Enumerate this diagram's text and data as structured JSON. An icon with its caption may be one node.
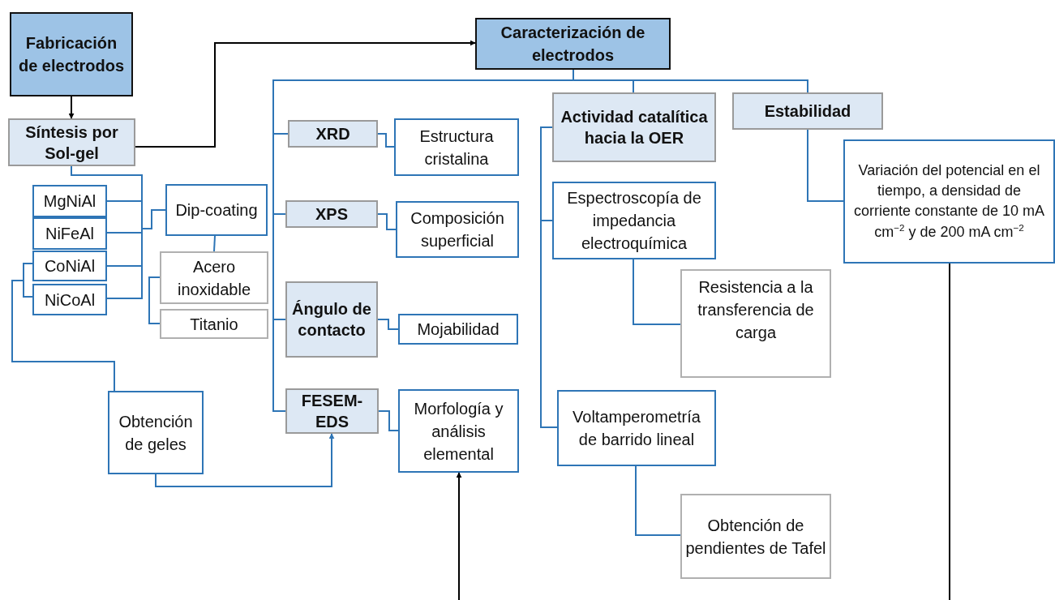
{
  "diagram": {
    "nodes": [
      {
        "text": [
          "Fabricación de electrodos"
        ]
      },
      {
        "text": [
          "Caracterización de electrodos"
        ]
      },
      {
        "text": [
          "Síntesis por Sol-gel"
        ]
      },
      {
        "text": [
          "MgNiAl"
        ]
      },
      {
        "text": [
          "NiFeAl"
        ]
      },
      {
        "text": [
          "CoNiAl"
        ]
      },
      {
        "text": [
          "NiCoAl"
        ]
      },
      {
        "text": [
          "Dip-coating"
        ]
      },
      {
        "text": [
          "Acero inoxidable"
        ]
      },
      {
        "text": [
          "Titanio"
        ]
      },
      {
        "text": [
          "Obtención de geles"
        ]
      },
      {
        "text": [
          "XRD"
        ]
      },
      {
        "text": [
          "Estructura cristalina"
        ]
      },
      {
        "text": [
          "XPS"
        ]
      },
      {
        "text": [
          "Composición superficial"
        ]
      },
      {
        "text": [
          "Ángulo de contacto"
        ]
      },
      {
        "text": [
          "Mojabilidad"
        ]
      },
      {
        "text": [
          "FESEM-EDS"
        ]
      },
      {
        "text": [
          "Morfología y análisis elemental"
        ]
      },
      {
        "text": [
          "Actividad catalítica hacia la OER"
        ]
      },
      {
        "text": [
          "Estabilidad"
        ]
      },
      {
        "text": [
          "Variación del potencial en el tiempo, a densidad de corriente constante de 10 mA cm$^{−2}$ y de 200 mA cm$^{−2}$"
        ]
      },
      {
        "text": [
          "Espectroscopía de impedancia electroquímica"
        ]
      },
      {
        "text": [
          "Resistencia a la transferencia de carga"
        ]
      },
      {
        "text": [
          "Voltamperometría de barrido lineal"
        ]
      },
      {
        "text": [
          "Obtención de pendientes de Tafel"
        ]
      }
    ],
    "edges": [
      {
        "from": 0,
        "to": 2,
        "arrow": "to",
        "color": "#000000"
      },
      {
        "from": 2,
        "to": 1,
        "arrow": "to",
        "color": "#000000"
      },
      {
        "from": 2,
        "to": 3,
        "arrow": "none"
      },
      {
        "from": 2,
        "to": 4,
        "arrow": "none"
      },
      {
        "from": 2,
        "to": 5,
        "arrow": "none"
      },
      {
        "from": 2,
        "to": 6,
        "arrow": "none"
      },
      {
        "from": 2,
        "to": 7,
        "arrow": "none"
      },
      {
        "from": 7,
        "to": 8,
        "arrow": "none"
      },
      {
        "from": 8,
        "to": 9,
        "arrow": "none"
      },
      {
        "from": 5,
        "to": 10,
        "arrow": "none"
      },
      {
        "from": 6,
        "to": 10,
        "arrow": "none"
      },
      {
        "from": 10,
        "to": 17,
        "arrow": "to"
      },
      {
        "from": 1,
        "to": 11,
        "arrow": "none"
      },
      {
        "from": 1,
        "to": 13,
        "arrow": "none"
      },
      {
        "from": 1,
        "to": 15,
        "arrow": "none"
      },
      {
        "from": 1,
        "to": 17,
        "arrow": "none"
      },
      {
        "from": 1,
        "to": 19,
        "arrow": "none"
      },
      {
        "from": 1,
        "to": 20,
        "arrow": "none"
      },
      {
        "from": 11,
        "to": 12,
        "arrow": "none"
      },
      {
        "from": 13,
        "to": 14,
        "arrow": "none"
      },
      {
        "from": 15,
        "to": 16,
        "arrow": "none"
      },
      {
        "from": 17,
        "to": 18,
        "arrow": "none"
      },
      {
        "from": 19,
        "to": 22,
        "arrow": "none"
      },
      {
        "from": 19,
        "to": 24,
        "arrow": "none"
      },
      {
        "from": 22,
        "to": 23,
        "arrow": "none"
      },
      {
        "from": 24,
        "to": 25,
        "arrow": "none"
      },
      {
        "from": 20,
        "to": 21,
        "arrow": "none"
      },
      {
        "from": 21,
        "to": null,
        "arrow": "none",
        "color": "#000000"
      },
      {
        "from": null,
        "to": 18,
        "arrow": "to",
        "color": "#000000"
      }
    ]
  }
}
